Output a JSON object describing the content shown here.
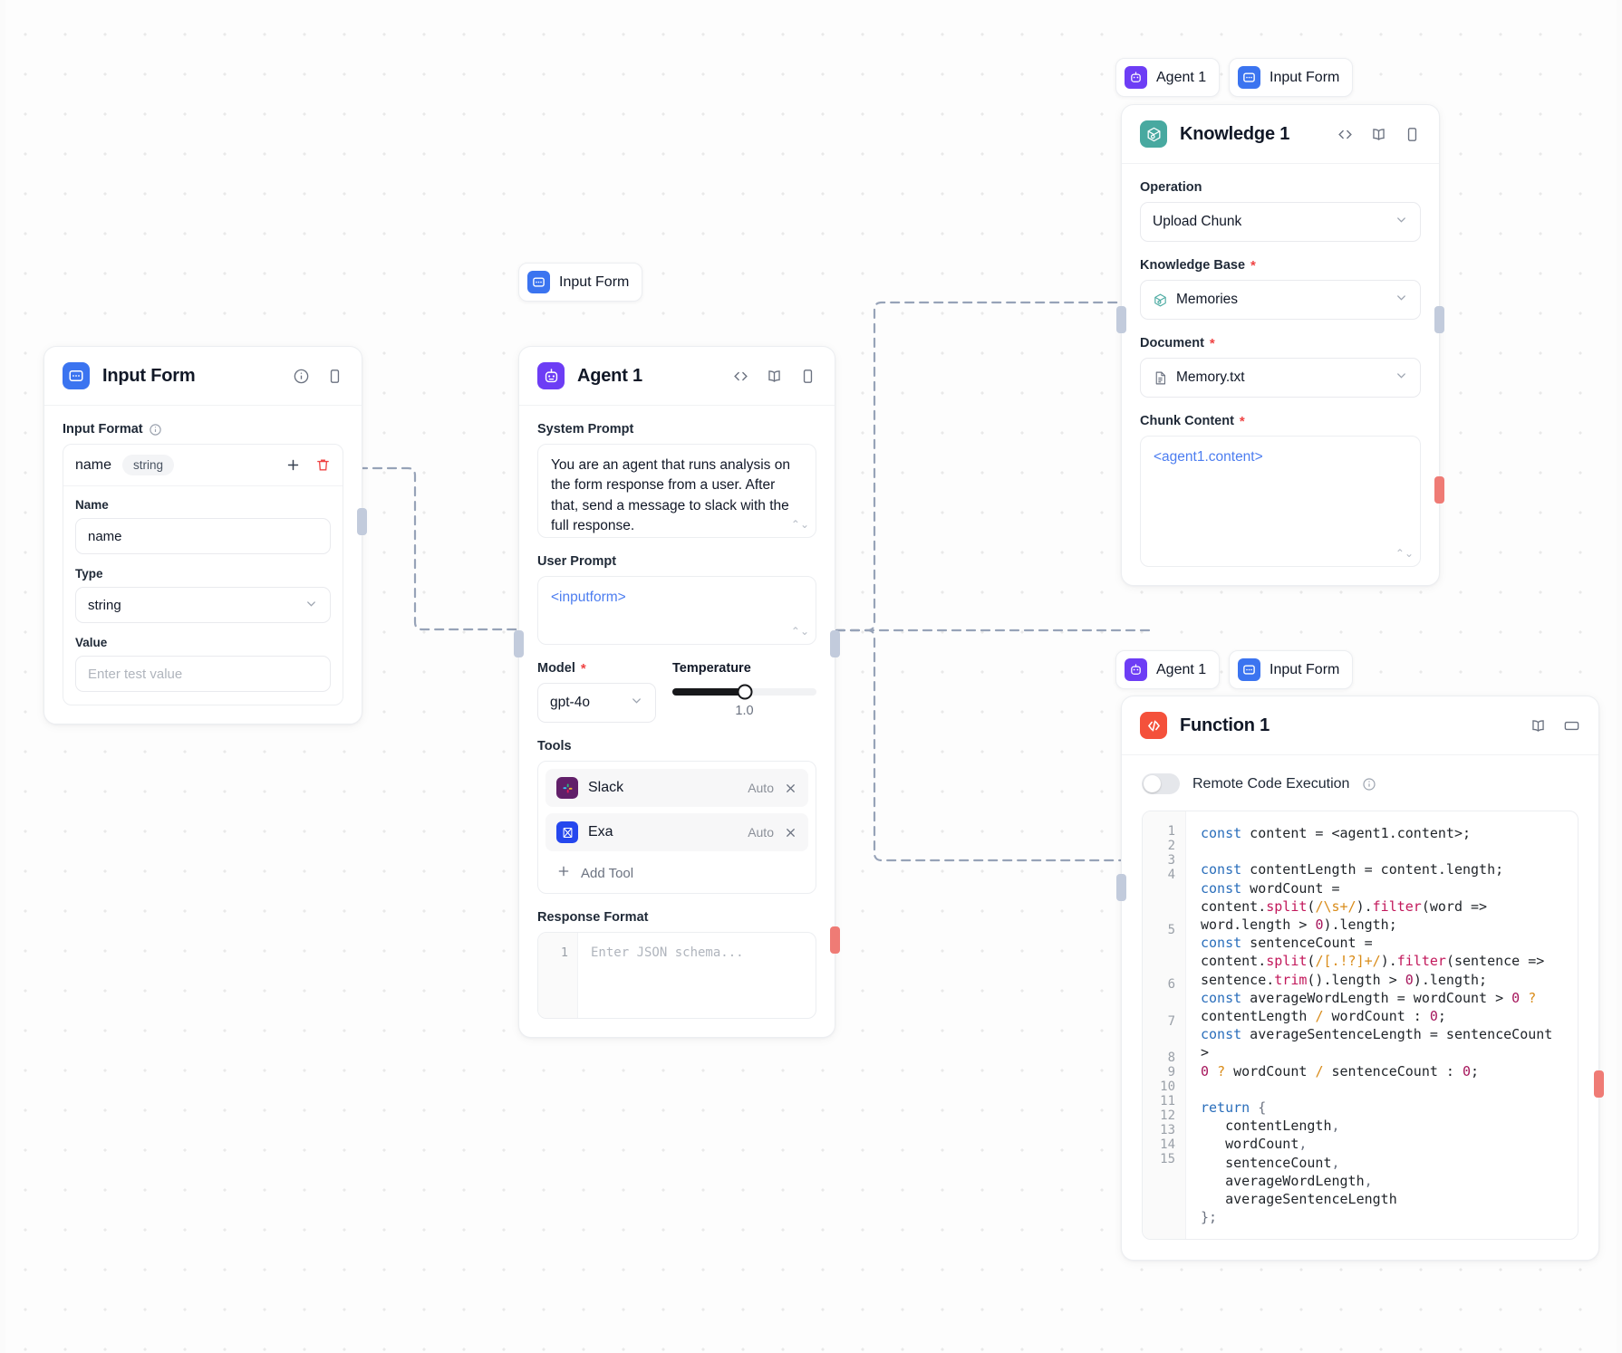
{
  "canvas": {
    "grid": "dot-grid",
    "background": "#fdfdfd"
  },
  "colors": {
    "input_form": "#3b74f0",
    "agent": "#6d3df5",
    "knowledge": "#48a9a0",
    "function": "#f4513b",
    "required_marker": "#ef4444",
    "variable_token": "#4c7df0",
    "handle_in": "#c2cbdc",
    "handle_out": "#ef7b75"
  },
  "input_form_node": {
    "title": "Input Form",
    "icon": "input-form-icon",
    "header_icons": [
      "info-icon",
      "panel-toggle-icon"
    ],
    "input_format_label": "Input Format",
    "format_row": {
      "name": "name",
      "type_pill": "string",
      "add_label": "+",
      "delete_label": "delete"
    },
    "fields": [
      {
        "label": "Name",
        "value": "name",
        "placeholder": ""
      },
      {
        "label": "Type",
        "value": "string",
        "placeholder": ""
      },
      {
        "label": "Value",
        "value": "",
        "placeholder": "Enter test value"
      }
    ]
  },
  "agent_chip": {
    "label": "Input Form",
    "icon": "input-form-icon"
  },
  "agent_node": {
    "title": "Agent 1",
    "icon": "agent-icon",
    "header_icons": [
      "code-icon",
      "book-icon",
      "panel-toggle-icon"
    ],
    "system_prompt_label": "System Prompt",
    "system_prompt": "You are an agent that runs analysis on the form response from a user. After that, send a message to slack with the full response.",
    "user_prompt_label": "User Prompt",
    "user_prompt": "<inputform>",
    "model_label": "Model",
    "model_value": "gpt-4o",
    "temperature_label": "Temperature",
    "temperature_value": "1.0",
    "temperature_fill_percent": 50,
    "tools_label": "Tools",
    "tools": [
      {
        "name": "Slack",
        "mode": "Auto",
        "icon": "slack-icon"
      },
      {
        "name": "Exa",
        "mode": "Auto",
        "icon": "exa-icon"
      }
    ],
    "add_tool_label": "Add Tool",
    "response_format_label": "Response Format",
    "response_format_line_number": "1",
    "response_format_placeholder": "Enter JSON schema..."
  },
  "knowledge_chips": [
    {
      "label": "Agent 1",
      "icon": "agent-icon"
    },
    {
      "label": "Input Form",
      "icon": "input-form-icon"
    }
  ],
  "knowledge_node": {
    "title": "Knowledge 1",
    "icon": "knowledge-icon",
    "header_icons": [
      "code-icon",
      "book-icon",
      "panel-toggle-icon"
    ],
    "operation_label": "Operation",
    "operation_value": "Upload Chunk",
    "knowledge_base_label": "Knowledge Base",
    "knowledge_base_value": "Memories",
    "document_label": "Document",
    "document_value": "Memory.txt",
    "chunk_content_label": "Chunk Content",
    "chunk_content_value": "<agent1.content>"
  },
  "function_chips": [
    {
      "label": "Agent 1",
      "icon": "agent-icon"
    },
    {
      "label": "Input Form",
      "icon": "input-form-icon"
    }
  ],
  "function_node": {
    "title": "Function 1",
    "icon": "function-icon",
    "header_icons": [
      "book-icon",
      "window-icon"
    ],
    "remote_code_label": "Remote Code Execution",
    "remote_code_enabled": false,
    "line_numbers": [
      "1",
      "2",
      "3",
      "4",
      "5",
      "6",
      "7",
      "8",
      "9",
      "10",
      "11",
      "12",
      "13",
      "14",
      "15"
    ],
    "code_lines": [
      "const content = <agent1.content>;",
      "",
      "const contentLength = content.length;",
      "const wordCount = content.split(/\\s+/).filter(word => word.length > 0).length;",
      "const sentenceCount = content.split(/[.!?]+/).filter(sentence => sentence.trim().length > 0).length;",
      "const averageWordLength = wordCount > 0 ? contentLength / wordCount : 0;",
      "const averageSentenceLength = sentenceCount > 0 ? wordCount / sentenceCount : 0;",
      "",
      "return {",
      "  contentLength,",
      "  wordCount,",
      "  sentenceCount,",
      "  averageWordLength,",
      "  averageSentenceLength",
      "};"
    ]
  }
}
